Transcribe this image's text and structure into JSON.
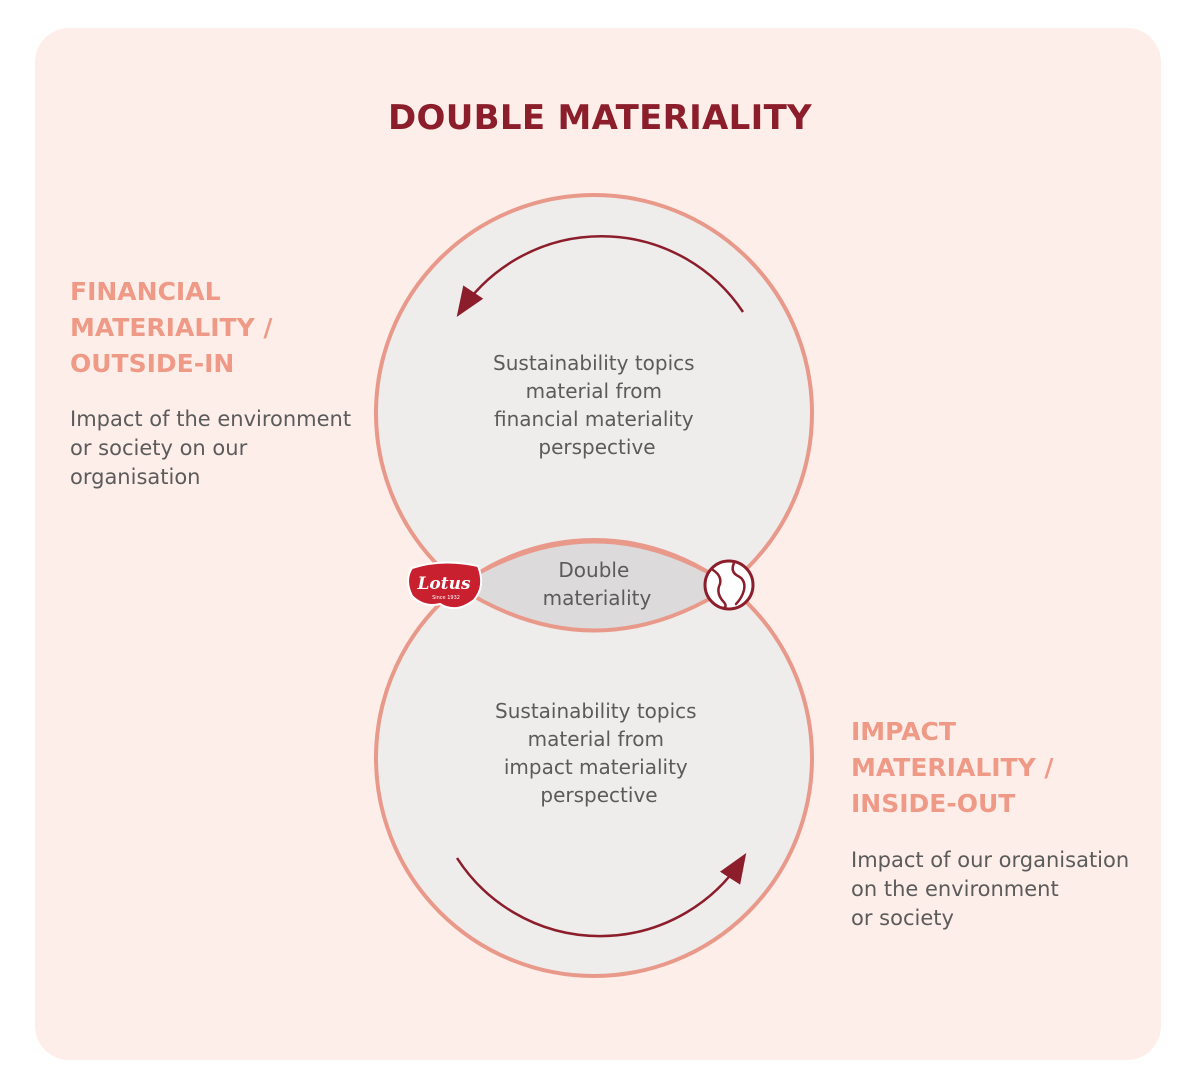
{
  "title": "DOUBLE MATERIALITY",
  "left": {
    "heading": [
      "FINANCIAL",
      "MATERIALITY /",
      "OUTSIDE-IN"
    ],
    "description": [
      "Impact of the environment",
      "or society on our",
      "organisation"
    ]
  },
  "right": {
    "heading": [
      "IMPACT",
      "MATERIALITY /",
      "INSIDE-OUT"
    ],
    "description": [
      "Impact of our organisation",
      "on the environment",
      "or society"
    ]
  },
  "top_circle": [
    "Sustainability topics",
    "material from",
    "financial materiality",
    "perspective"
  ],
  "bottom_circle": [
    "Sustainability topics",
    "material from",
    "impact materiality",
    "perspective"
  ],
  "center": [
    "Double",
    "materiality"
  ],
  "logo": {
    "wordmark": "Lotus",
    "tagline": "Since 1932"
  },
  "icons": {
    "left": "lotus-logo",
    "right": "globe-icon"
  },
  "colors": {
    "title": "#8c1d2b",
    "heading": "#ef9a86",
    "circle_stroke": "#e9998a",
    "arrow": "#8c1d2b",
    "panel": "#fdeeea"
  }
}
